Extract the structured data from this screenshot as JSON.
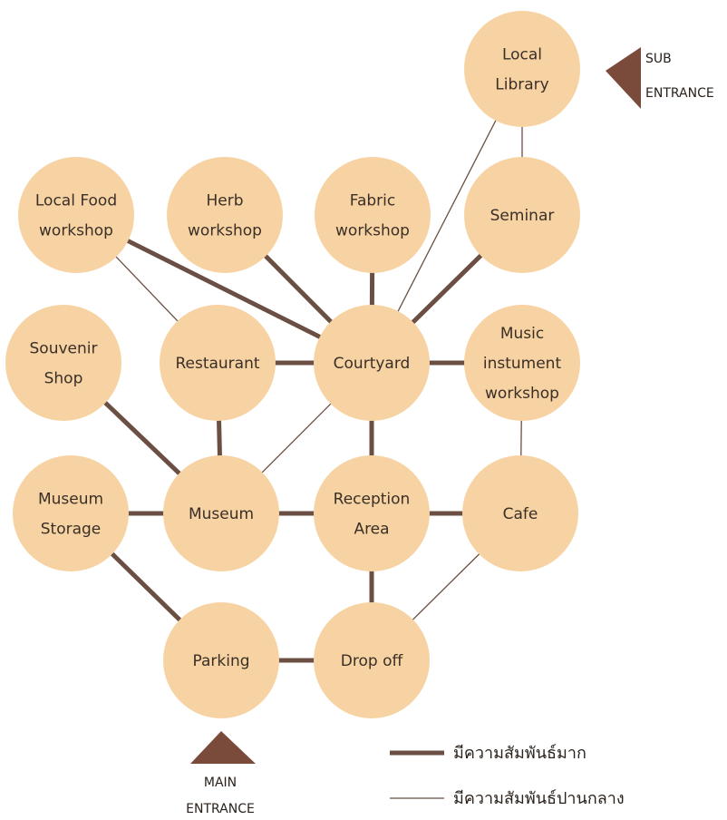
{
  "colors": {
    "node_fill": "#f7d3a4",
    "strong_link": "#6b4f43",
    "medium_link": "#6b4f43",
    "entrance_marker": "#7a4a3a"
  },
  "nodes": [
    {
      "id": "local-library",
      "lines": [
        "Local",
        "Library"
      ]
    },
    {
      "id": "local-food-workshop",
      "lines": [
        "Local Food",
        "workshop"
      ]
    },
    {
      "id": "herb-workshop",
      "lines": [
        "Herb",
        "workshop"
      ]
    },
    {
      "id": "fabric-workshop",
      "lines": [
        "Fabric",
        "workshop"
      ]
    },
    {
      "id": "seminar",
      "lines": [
        "Seminar"
      ]
    },
    {
      "id": "souvenir-shop",
      "lines": [
        "Souvenir",
        "Shop"
      ]
    },
    {
      "id": "restaurant",
      "lines": [
        "Restaurant"
      ]
    },
    {
      "id": "courtyard",
      "lines": [
        "Courtyard"
      ]
    },
    {
      "id": "music-instument-workshop",
      "lines": [
        "Music",
        "instument",
        "workshop"
      ]
    },
    {
      "id": "museum-storage",
      "lines": [
        "Museum",
        "Storage"
      ]
    },
    {
      "id": "museum",
      "lines": [
        "Museum"
      ]
    },
    {
      "id": "reception-area",
      "lines": [
        "Reception",
        "Area"
      ]
    },
    {
      "id": "cafe",
      "lines": [
        "Cafe"
      ]
    },
    {
      "id": "parking",
      "lines": [
        "Parking"
      ]
    },
    {
      "id": "drop-off",
      "lines": [
        "Drop off"
      ]
    }
  ],
  "links": [
    {
      "from": "local-food-workshop",
      "to": "courtyard",
      "strength": "strong"
    },
    {
      "from": "herb-workshop",
      "to": "courtyard",
      "strength": "strong"
    },
    {
      "from": "fabric-workshop",
      "to": "courtyard",
      "strength": "strong"
    },
    {
      "from": "seminar",
      "to": "courtyard",
      "strength": "strong"
    },
    {
      "from": "local-library",
      "to": "courtyard",
      "strength": "medium"
    },
    {
      "from": "local-library",
      "to": "seminar",
      "strength": "medium"
    },
    {
      "from": "local-food-workshop",
      "to": "restaurant",
      "strength": "medium"
    },
    {
      "from": "restaurant",
      "to": "courtyard",
      "strength": "strong"
    },
    {
      "from": "courtyard",
      "to": "music-instument-workshop",
      "strength": "strong"
    },
    {
      "from": "music-instument-workshop",
      "to": "cafe",
      "strength": "medium"
    },
    {
      "from": "souvenir-shop",
      "to": "museum",
      "strength": "strong"
    },
    {
      "from": "restaurant",
      "to": "museum",
      "strength": "strong"
    },
    {
      "from": "courtyard",
      "to": "museum",
      "strength": "medium"
    },
    {
      "from": "courtyard",
      "to": "reception-area",
      "strength": "strong"
    },
    {
      "from": "museum-storage",
      "to": "museum",
      "strength": "strong"
    },
    {
      "from": "museum",
      "to": "reception-area",
      "strength": "strong"
    },
    {
      "from": "reception-area",
      "to": "cafe",
      "strength": "strong"
    },
    {
      "from": "museum-storage",
      "to": "parking",
      "strength": "strong"
    },
    {
      "from": "reception-area",
      "to": "drop-off",
      "strength": "strong"
    },
    {
      "from": "cafe",
      "to": "drop-off",
      "strength": "medium"
    },
    {
      "from": "parking",
      "to": "drop-off",
      "strength": "strong"
    }
  ],
  "sub_entrance": {
    "line1": "SUB",
    "line2": "ENTRANCE"
  },
  "main_entrance": {
    "line1": "MAIN",
    "line2": "ENTRANCE"
  },
  "legend": {
    "strong": "มีความสัมพันธ์มาก",
    "medium": "มีความสัมพันธ์ปานกลาง"
  }
}
